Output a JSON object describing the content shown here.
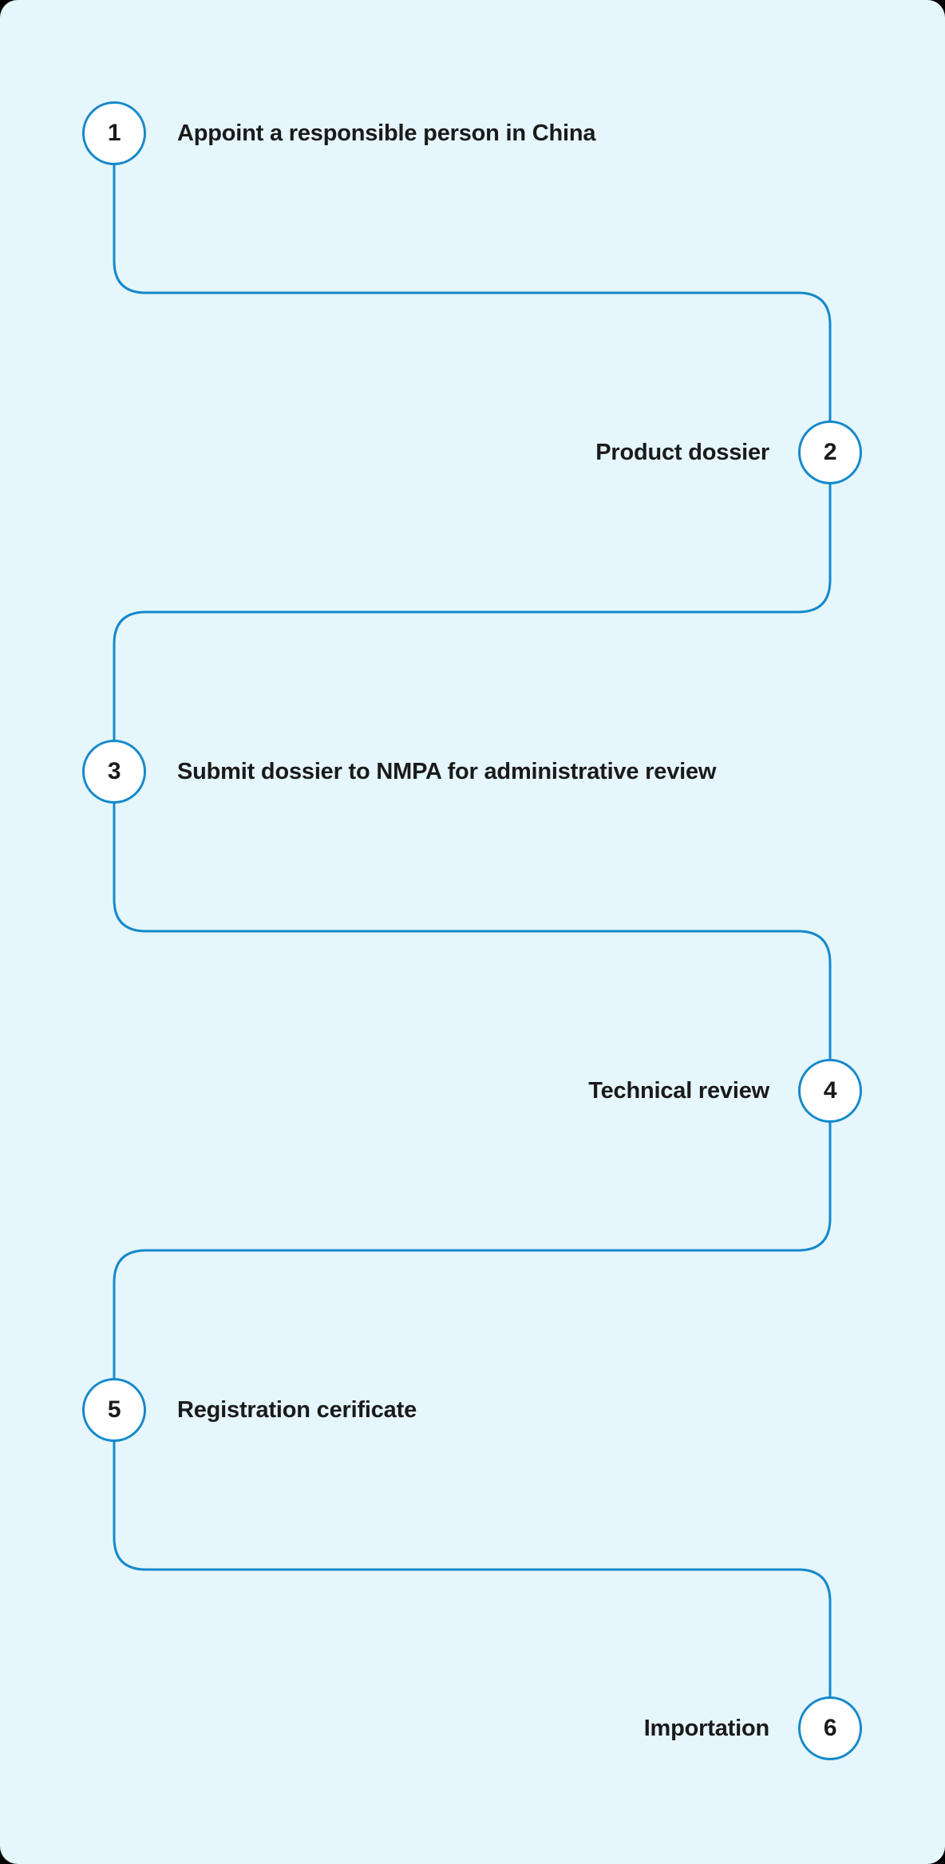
{
  "theme": {
    "page_bg": "#000000",
    "card_bg": "#E5F6FC",
    "line_color": "#1589CB",
    "text_color": "#1A1A1A",
    "badge_bg": "#FFFFFF"
  },
  "diagram": {
    "type": "process-flow-snake",
    "step_count": 6
  },
  "steps": [
    {
      "number": "1",
      "label": "Appoint a responsible person in China",
      "side": "left"
    },
    {
      "number": "2",
      "label": "Product dossier",
      "side": "right"
    },
    {
      "number": "3",
      "label": "Submit dossier to NMPA for administrative review",
      "side": "left"
    },
    {
      "number": "4",
      "label": "Technical review",
      "side": "right"
    },
    {
      "number": "5",
      "label": "Registration cerificate",
      "side": "left"
    },
    {
      "number": "6",
      "label": "Importation",
      "side": "right"
    }
  ]
}
